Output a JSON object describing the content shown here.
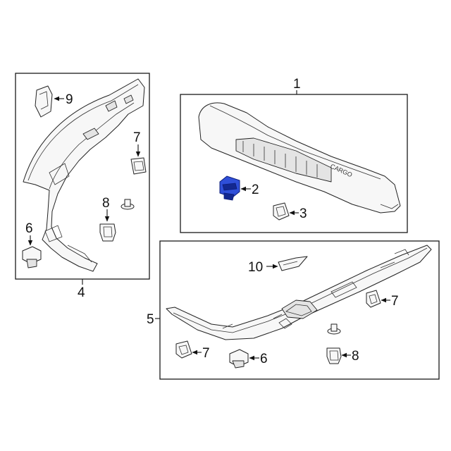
{
  "callouts": {
    "c1": "1",
    "c2": "2",
    "c3": "3",
    "c4": "4",
    "c5": "5",
    "c6a": "6",
    "c6b": "6",
    "c7a": "7",
    "c7b": "7",
    "c7c": "7",
    "c8a": "8",
    "c8b": "8",
    "c9": "9",
    "c10": "10"
  },
  "cover_emblem": "CARGO",
  "colors": {
    "highlight": "#2f4fd8",
    "line": "#222222"
  }
}
